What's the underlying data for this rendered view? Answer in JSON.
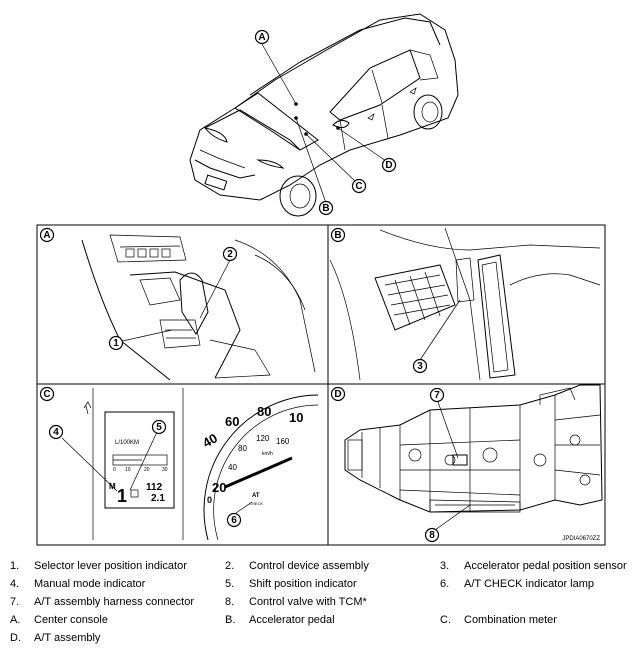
{
  "callouts": {
    "A": "A",
    "B": "B",
    "C": "C",
    "D": "D",
    "n1": "1",
    "n2": "2",
    "n3": "3",
    "n5": "5",
    "n4": "4",
    "n6": "6",
    "n7": "7",
    "n8": "8"
  },
  "panels": {
    "a_label": "A",
    "b_label": "B",
    "c_label": "C",
    "d_label": "D"
  },
  "meter": {
    "unit_label": "L/100KM",
    "scale_0": "0",
    "scale_10": "10",
    "scale_20": "20",
    "scale_30": "30",
    "mode_letter": "M",
    "gear": "1",
    "odometer_1": "112",
    "odometer_2": "2.1",
    "speed_labels": [
      "20",
      "40",
      "60",
      "80",
      "10"
    ],
    "kmh_labels": [
      "0",
      "40",
      "80",
      "120",
      "160"
    ],
    "kmh_unit": "km/h",
    "at_label": "AT",
    "at_sub": "CHECK"
  },
  "figure_code": "JPDIA0670ZZ",
  "legend": [
    {
      "num": "1.",
      "text": "Selector lever position indicator"
    },
    {
      "num": "2.",
      "text": "Control device assembly"
    },
    {
      "num": "3.",
      "text": "Accelerator pedal position sensor"
    },
    {
      "num": "4.",
      "text": "Manual mode indicator"
    },
    {
      "num": "5.",
      "text": "Shift position indicator"
    },
    {
      "num": "6.",
      "text": "A/T CHECK indicator lamp"
    },
    {
      "num": "7.",
      "text": "A/T assembly harness connector"
    },
    {
      "num": "8.",
      "text": "Control valve with TCM*"
    },
    {
      "num": "A.",
      "text": "Center console"
    },
    {
      "num": "B.",
      "text": "Accelerator pedal"
    },
    {
      "num": "C.",
      "text": "Combination meter"
    },
    {
      "num": "D.",
      "text": "A/T assembly"
    }
  ]
}
